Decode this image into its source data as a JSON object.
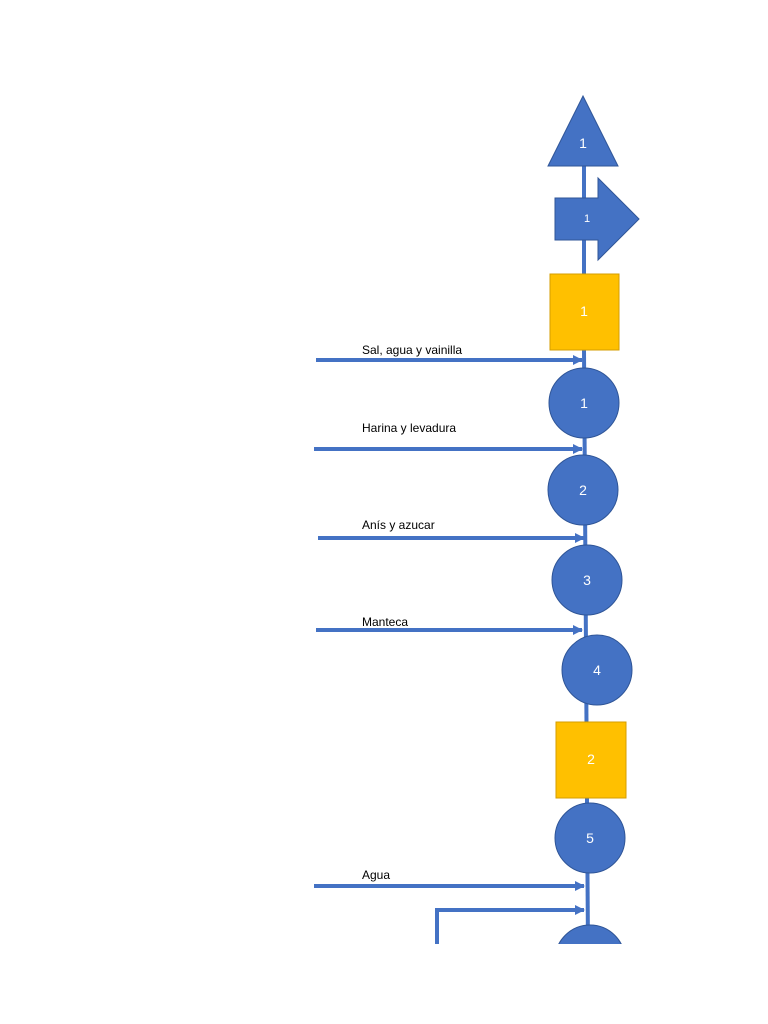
{
  "colors": {
    "operation": "#4472c4",
    "inspection": "#ffc000",
    "line": "#4472c4",
    "label_text": "#000000",
    "shape_text": "#ffffff"
  },
  "storage": {
    "label": "1"
  },
  "transport": {
    "label": "1"
  },
  "inspections": [
    {
      "label": "1"
    },
    {
      "label": "2"
    }
  ],
  "operations": [
    {
      "label": "1"
    },
    {
      "label": "2"
    },
    {
      "label": "3"
    },
    {
      "label": "4"
    },
    {
      "label": "5"
    }
  ],
  "inputs": [
    {
      "label": "Sal, agua y vainilla"
    },
    {
      "label": "Harina y levadura"
    },
    {
      "label": "Anís y azucar"
    },
    {
      "label": "Manteca"
    },
    {
      "label": "Agua"
    }
  ]
}
